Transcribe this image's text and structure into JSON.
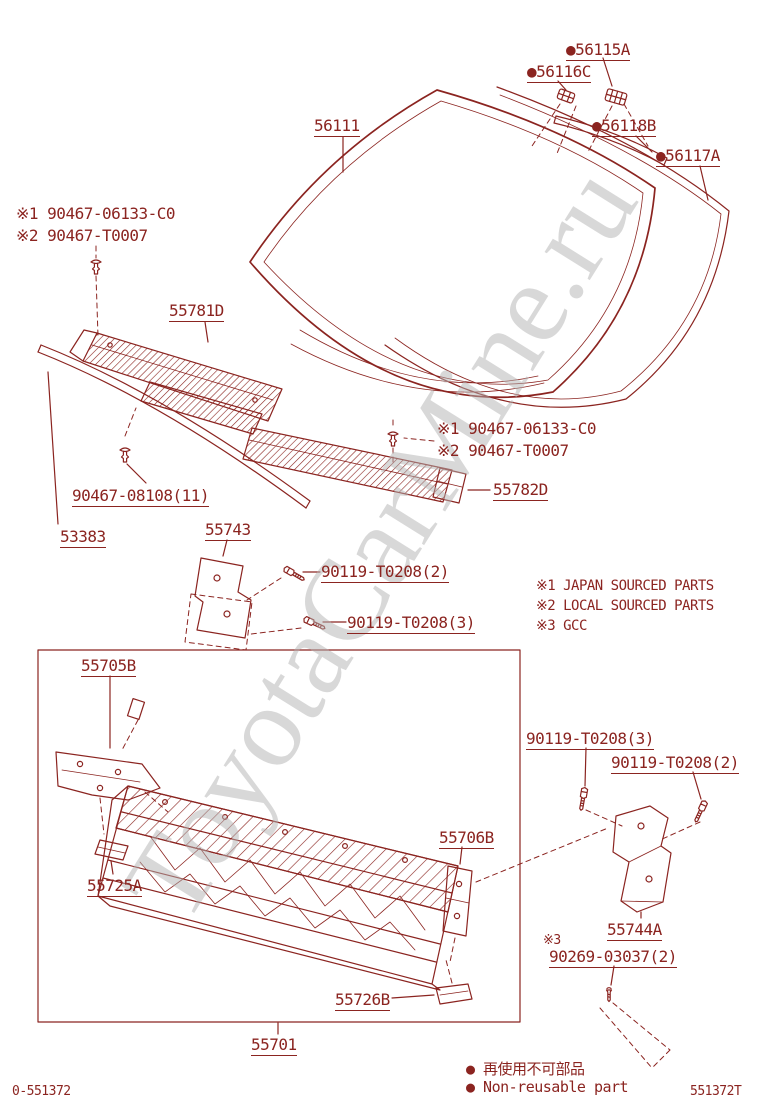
{
  "watermark": "ToyotaCarMine.ru",
  "colors": {
    "ink": "#8b2420"
  },
  "parts": {
    "p56115A": "●56115A",
    "p56116C": "●56116C",
    "p56111": "56111",
    "p56118B": "●56118B",
    "p56117A": "●56117A",
    "clip_top_line1": "※1 90467-06133-C0",
    "clip_top_line2": "※2 90467-T0007",
    "p55781D": "55781D",
    "clip_mid_line1": "※1 90467-06133-C0",
    "clip_mid_line2": "※2 90467-T0007",
    "p55782D": "55782D",
    "p90467_08108": "90467-08108(11)",
    "p53383": "53383",
    "p55743": "55743",
    "p90119_2_left": "90119-T0208(2)",
    "p90119_3_left": "90119-T0208(3)",
    "p55705B": "55705B",
    "p90119_3_right": "90119-T0208(3)",
    "p90119_2_right": "90119-T0208(2)",
    "p55706B": "55706B",
    "p55725A": "55725A",
    "p55744A": "55744A",
    "sym3": "※3",
    "p90269": "90269-03037(2)",
    "p55726B": "55726B",
    "p55701": "55701"
  },
  "legend": {
    "rows": [
      "※1  JAPAN SOURCED PARTS",
      "※2  LOCAL SOURCED PARTS",
      "※3  GCC"
    ]
  },
  "notes": {
    "jp": "● 再使用不可部品",
    "en": "● Non-reusable part"
  },
  "footer": {
    "left": "0-551372",
    "right": "551372T"
  }
}
